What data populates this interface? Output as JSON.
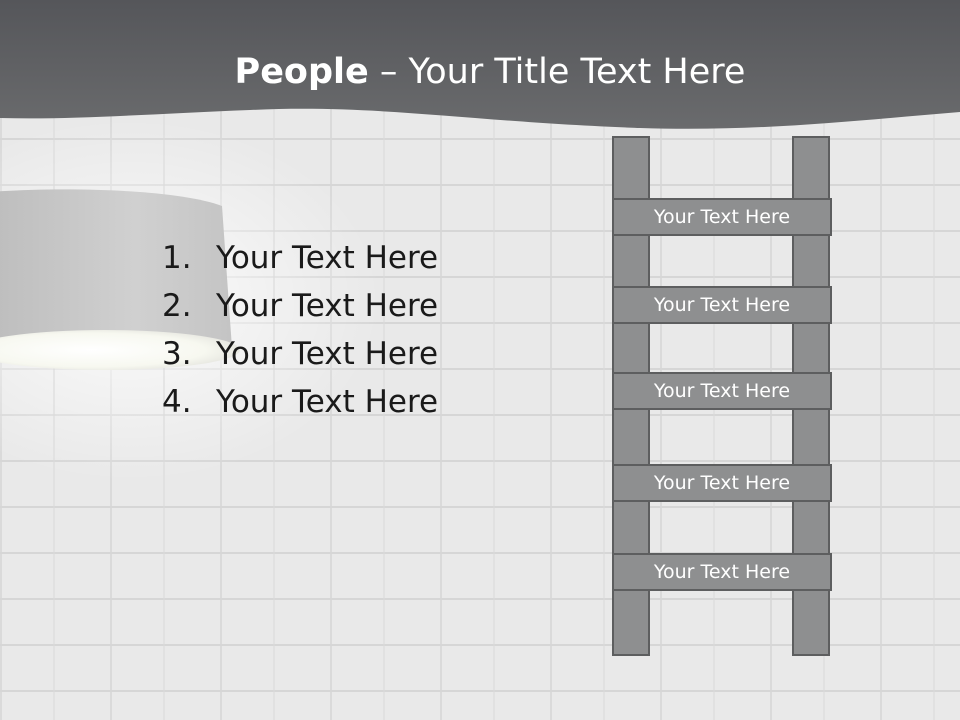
{
  "title": {
    "bold": "People",
    "rest": " – Your Title Text Here"
  },
  "list": [
    {
      "num": "1.",
      "text": "Your Text Here"
    },
    {
      "num": "2.",
      "text": "Your Text Here"
    },
    {
      "num": "3.",
      "text": "Your Text Here"
    },
    {
      "num": "4.",
      "text": "Your Text Here"
    }
  ],
  "ladder": {
    "rungs": [
      "Your Text Here",
      "Your Text Here",
      "Your Text Here",
      "Your Text Here",
      "Your Text Here"
    ]
  },
  "colors": {
    "header": "#5f6061",
    "ladder_fill": "#8e8f90",
    "ladder_stroke": "#5d5e5f",
    "wall": "#e9e9e9"
  }
}
